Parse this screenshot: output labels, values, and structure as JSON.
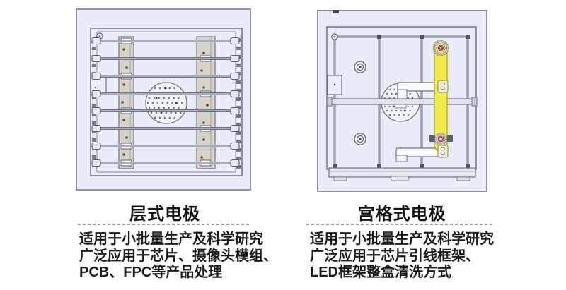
{
  "colors": {
    "diagram_bg": "#e9edf8",
    "accent_yellow": "#f1eb48",
    "rail_fill": "#d6d2c6",
    "frame_stroke": "#6e7584"
  },
  "panels": {
    "left": {
      "title": "层式电极",
      "desc": [
        "适用于小批量生产及科学研究",
        "广泛应用于芯片、摄像头模组、",
        "PCB、FPC等产品处理"
      ]
    },
    "right": {
      "title": "宫格式电极",
      "desc": [
        "适用于小批量生产及科学研究",
        "广泛应用于芯片引线框架、",
        "LED框架整盒清洗方式"
      ]
    }
  }
}
